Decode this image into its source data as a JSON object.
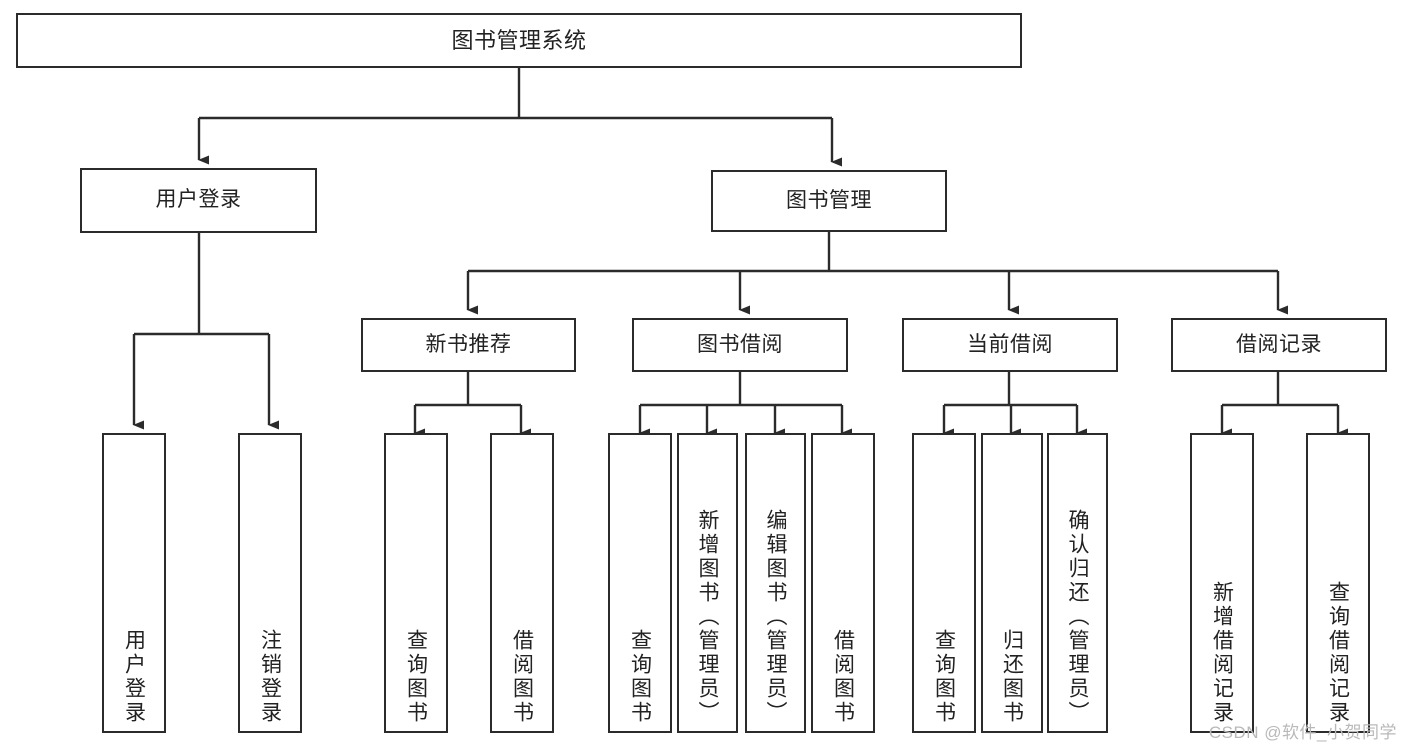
{
  "diagram": {
    "title": "图书管理系统",
    "type": "功能结构图",
    "edge_color": "#2b2b2b",
    "box_border_color": "#2b2b2b",
    "box_fill_color": "#ffffff",
    "background_color": "#ffffff"
  },
  "nodes": {
    "root": {
      "label": "图书管理系统"
    },
    "level2": [
      {
        "id": "user-login",
        "label": "用户登录"
      },
      {
        "id": "book-manage",
        "label": "图书管理"
      }
    ],
    "level3": [
      {
        "id": "new-book-recommend",
        "label": "新书推荐"
      },
      {
        "id": "book-borrow",
        "label": "图书借阅"
      },
      {
        "id": "current-borrow",
        "label": "当前借阅"
      },
      {
        "id": "borrow-record",
        "label": "借阅记录"
      }
    ],
    "leaves": [
      {
        "id": "leaf-user-login",
        "label": "用户登录",
        "parent": "user-login"
      },
      {
        "id": "leaf-user-logout",
        "label": "注销登录",
        "parent": "user-login"
      },
      {
        "id": "leaf-query-book-1",
        "label": "查询图书",
        "parent": "new-book-recommend"
      },
      {
        "id": "leaf-borrow-book-1",
        "label": "借阅图书",
        "parent": "new-book-recommend"
      },
      {
        "id": "leaf-query-book-2",
        "label": "查询图书",
        "parent": "book-borrow"
      },
      {
        "id": "leaf-add-book",
        "label": "新增图书（管理员）",
        "parent": "book-borrow"
      },
      {
        "id": "leaf-edit-book",
        "label": "编辑图书（管理员）",
        "parent": "book-borrow"
      },
      {
        "id": "leaf-borrow-book-2",
        "label": "借阅图书",
        "parent": "book-borrow"
      },
      {
        "id": "leaf-query-book-3",
        "label": "查询图书",
        "parent": "current-borrow"
      },
      {
        "id": "leaf-return-book",
        "label": "归还图书",
        "parent": "current-borrow"
      },
      {
        "id": "leaf-confirm-return",
        "label": "确认归还（管理员）",
        "parent": "current-borrow"
      },
      {
        "id": "leaf-add-record",
        "label": "新增借阅记录",
        "parent": "borrow-record"
      },
      {
        "id": "leaf-query-record",
        "label": "查询借阅记录",
        "parent": "borrow-record"
      }
    ]
  },
  "watermark": {
    "text": "CSDN @软件_小贺同学"
  }
}
